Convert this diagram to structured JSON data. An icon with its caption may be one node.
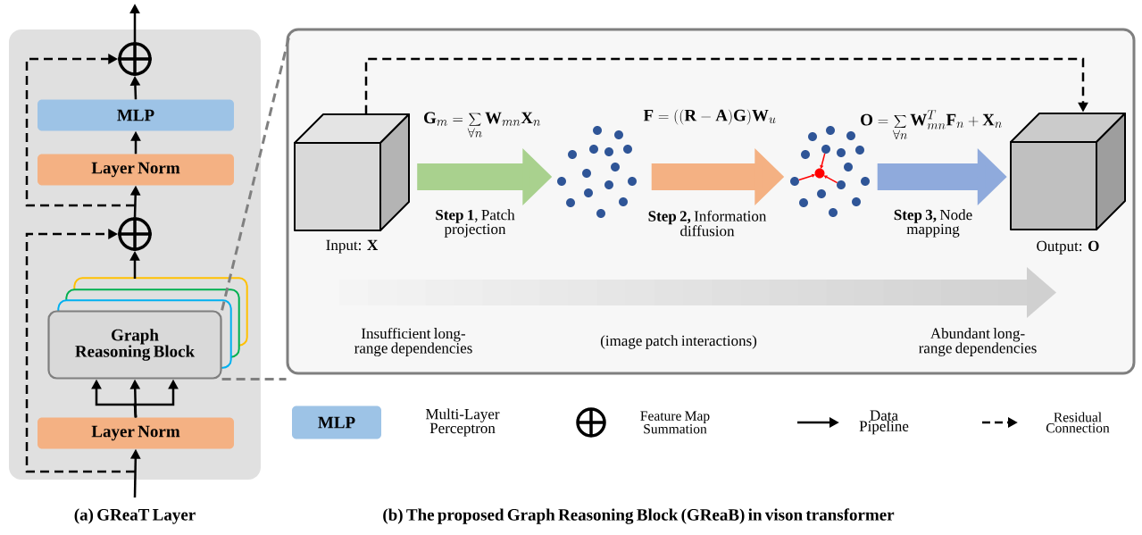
{
  "diagram": {
    "nodes": [
      {
        "text": [],
        "shape": "box"
      },
      {
        "text": [],
        "shape": "circle",
        "in": 0
      },
      {
        "text": [
          "MLP"
        ],
        "in": 0
      },
      {
        "text": [
          "Layer Norm"
        ],
        "in": 0
      },
      {
        "text": [],
        "shape": "circle",
        "in": 0
      },
      {
        "text": [
          "Graph Reasoning Block"
        ],
        "in": 0
      },
      {
        "text": [
          "Layer Norm"
        ],
        "in": 0
      },
      {
        "text": [],
        "shape": "box"
      },
      {
        "text": [],
        "shape": "cube",
        "beside": [
          "Input: **X**"
        ],
        "in": 7
      },
      {
        "text": [],
        "shape": "picture",
        "in": 7
      },
      {
        "text": [],
        "shape": "picture",
        "in": 7
      },
      {
        "text": [],
        "shape": "cube",
        "beside": [
          "Output: **O**"
        ],
        "in": 7
      }
    ],
    "edges": [
      {
        "from": null,
        "to": 6,
        "arrow": "to"
      },
      {
        "from": 6,
        "to": 5,
        "arrow": "to"
      },
      {
        "from": 5,
        "to": 4,
        "arrow": "to"
      },
      {
        "from": 4,
        "to": 3,
        "arrow": "to"
      },
      {
        "from": 3,
        "to": 2,
        "arrow": "to"
      },
      {
        "from": 2,
        "to": 1,
        "arrow": "to"
      },
      {
        "from": 1,
        "to": null,
        "arrow": "to"
      },
      {
        "from": null,
        "to": 4,
        "arrow": "to",
        "style": "dashed"
      },
      {
        "from": 4,
        "to": 1,
        "arrow": "to",
        "style": "dashed"
      },
      {
        "from": 5,
        "to": 7,
        "arrow": "none",
        "style": "dashed",
        "color": "#808080"
      },
      {
        "from": 5,
        "to": 7,
        "arrow": "none",
        "style": "dashed",
        "color": "#808080"
      },
      {
        "from": 8,
        "to": 9,
        "arrow": "to",
        "style": "thick",
        "color": "#a9d18e",
        "label": "**Step 1**, Patch projection"
      },
      {
        "from": 9,
        "to": 10,
        "arrow": "to",
        "style": "thick",
        "color": "#f4b183",
        "label": "**Step 2,** Information diffusion"
      },
      {
        "from": 10,
        "to": 11,
        "arrow": "to",
        "style": "thick",
        "color": "#8faadc",
        "label": "**Step 3,** Node mapping"
      },
      {
        "from": 8,
        "to": 11,
        "arrow": "to",
        "style": "dashed"
      },
      {
        "from": 6,
        "to": 5,
        "arrow": "to"
      },
      {
        "from": 6,
        "to": 5,
        "arrow": "to"
      }
    ],
    "labels": [
      "\\mathbf{G}_m = \\sum_{\\forall n} \\mathbf{W}_{mn} \\mathbf{X}_n",
      "\\mathbf{F} = ((\\mathbf{R} - \\mathbf{A})\\mathbf{G})\\mathbf{W}_u",
      "\\mathbf{O} = \\sum_{\\forall n} \\mathbf{W}_{mn}^{T} \\mathbf{F}_n + \\mathbf{X}_n",
      "Insufficient long-range dependencies",
      "(image patch interactions)",
      "Abundant long-range dependencies",
      "MLP",
      "(a) GReaT Layer",
      "(b) The proposed Graph Reasoning Block (GReaB) in vison transformer"
    ],
    "legend": [
      {
        "text": "Multi-Layer Perceptron",
        "color": "#9dc3e6"
      },
      {
        "text": "Feature Map Summation"
      },
      {
        "text": "Data Pipeline"
      },
      {
        "text": "Residual Connection"
      }
    ]
  }
}
